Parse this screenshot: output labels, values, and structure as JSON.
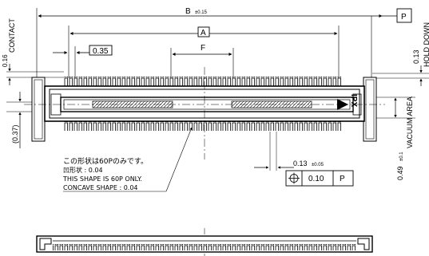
{
  "dims": {
    "b": "B",
    "b_tol": "±0.15",
    "a": "A",
    "f": "F",
    "d035": "0.35",
    "d016": "0.16",
    "contact": "CONTACT",
    "d013_right": "0.13",
    "hold_down": "HOLD DOWN",
    "d037": "(0.37)",
    "d049": "0.49",
    "d049_tol": "±0.1",
    "vacuum_area": "VACUUM AREA",
    "d013_bottom": "0.13",
    "d013_bottom_tol": "±0.05",
    "datum_p": "P",
    "frame_value": "0.10",
    "frame_datum": "P",
    "ipx": "IPX"
  },
  "note": {
    "line1": "この形状は60Pのみです。",
    "line2": "凹形状 : 0.04",
    "line3": "THIS SHAPE IS 60P ONLY.",
    "line4": "CONCAVE SHAPE : 0.04"
  },
  "icons": {
    "position": "position-tolerance-icon",
    "pin1": "pin1-triangle-icon"
  }
}
